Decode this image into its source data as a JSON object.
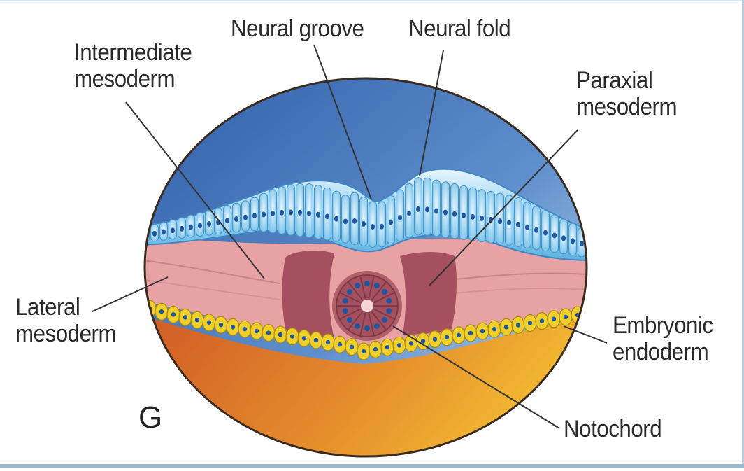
{
  "panel_letter": "G",
  "labels": {
    "neural_groove": "Neural groove",
    "neural_fold": "Neural fold",
    "intermediate_mesoderm": [
      "Intermediate",
      "mesoderm"
    ],
    "paraxial_mesoderm": [
      "Paraxial",
      "mesoderm"
    ],
    "lateral_mesoderm": [
      "Lateral",
      "mesoderm"
    ],
    "embryonic_endoderm": [
      "Embryonic",
      "endoderm"
    ],
    "notochord": "Notochord"
  },
  "colors": {
    "amniotic_top": "#3f6fb8",
    "amniotic_light": "#9fc6e8",
    "ectoderm": "#8fd0f0",
    "ectoderm_nucleus": "#1e56a0",
    "mesoderm": "#e9a2a4",
    "somite": "#a4505e",
    "endoderm": "#f1cf2a",
    "yolk_sac_dark": "#d86a2a",
    "yolk_sac_light": "#f0b030",
    "notochord": "#a45a64"
  }
}
